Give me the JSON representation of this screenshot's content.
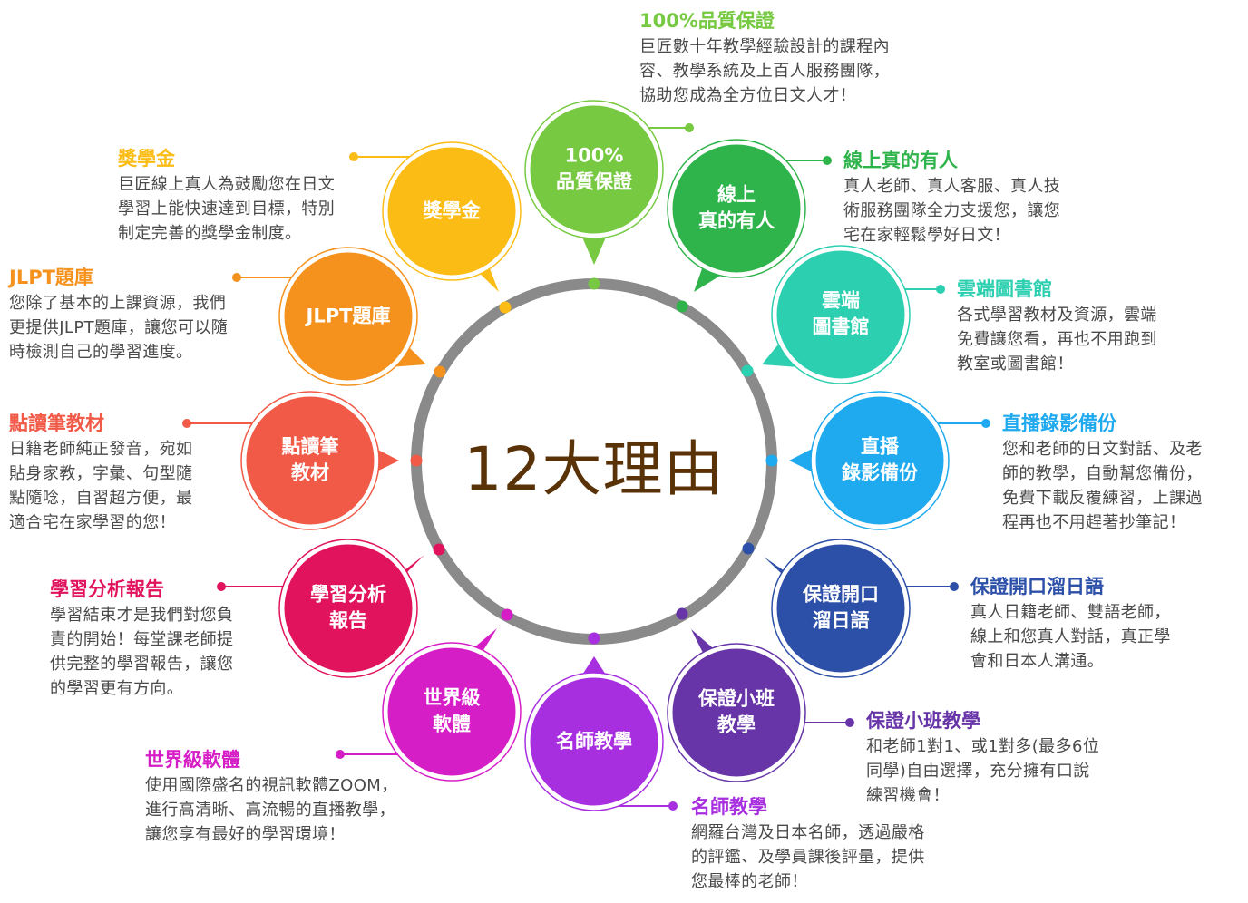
{
  "center_title": "12大理由",
  "colors": {
    "ring": "#8a8a8a",
    "center_text": "#5a3208",
    "description_text": "#4a4a4a"
  },
  "reasons": [
    {
      "id": "quality",
      "bubble": "100%\n品質保證",
      "title": "100%品質保證",
      "desc": "巨匠數十年教學經驗設計的課程內\n容、教學系統及上百人服務團隊，\n協助您成為全方位日文人才！",
      "color": "#76c941"
    },
    {
      "id": "live-human",
      "bubble": "線上\n真的有人",
      "title": "線上真的有人",
      "desc": "真人老師、真人客服、真人技\n術服務團隊全力支援您，讓您\n宅在家輕鬆學好日文！",
      "color": "#2fb44c"
    },
    {
      "id": "cloud-library",
      "bubble": "雲端\n圖書館",
      "title": "雲端圖書館",
      "desc": "各式學習教材及資源，雲端\n免費讓您看，再也不用跑到\n教室或圖書館！",
      "color": "#2ccfb0"
    },
    {
      "id": "recording-backup",
      "bubble": "直播\n錄影備份",
      "title": "直播錄影備份",
      "desc": "您和老師的日文對話、及老\n師的教學，自動幫您備份，\n免費下載反覆練習，上課過\n程再也不用趕著抄筆記！",
      "color": "#1fa9ee"
    },
    {
      "id": "speak-japanese",
      "bubble": "保證開口\n溜日語",
      "title": "保證開口溜日語",
      "desc": "真人日籍老師、雙語老師，\n線上和您真人對話，真正學\n會和日本人溝通。",
      "color": "#2c4fa8"
    },
    {
      "id": "small-class",
      "bubble": "保證小班\n教學",
      "title": "保證小班教學",
      "desc": "和老師1對1、或1對多(最多6位\n同學)自由選擇，充分擁有口說\n練習機會！",
      "color": "#6735a8"
    },
    {
      "id": "famous-teachers",
      "bubble": "名師教學",
      "title": "名師教學",
      "desc": "網羅台灣及日本名師，透過嚴格\n的評鑑、及學員課後評量，提供\n您最棒的老師！",
      "color": "#a72fe0"
    },
    {
      "id": "world-software",
      "bubble": "世界級\n軟體",
      "title": "世界級軟體",
      "desc": "使用國際盛名的視訊軟體ZOOM，\n進行高清晰、高流暢的直播教學，\n讓您享有最好的學習環境！",
      "color": "#d61ec6"
    },
    {
      "id": "learning-report",
      "bubble": "學習分析\n報告",
      "title": "學習分析報告",
      "desc": "學習結束才是我們對您負\n責的開始！每堂課老師提\n供完整的學習報告，讓您\n的學習更有方向。",
      "color": "#e0135c"
    },
    {
      "id": "reading-pen",
      "bubble": "點讀筆\n教材",
      "title": "點讀筆教材",
      "desc": "日籍老師純正發音，宛如\n貼身家教，字彙、句型隨\n點隨唸，自習超方便，最\n適合宅在家學習的您！",
      "color": "#f05a47"
    },
    {
      "id": "jlpt-bank",
      "bubble": "JLPT題庫",
      "title": "JLPT題庫",
      "desc": "您除了基本的上課資源，我們\n更提供JLPT題庫，讓您可以隨\n時檢測自己的學習進度。",
      "color": "#f5921e"
    },
    {
      "id": "scholarship",
      "bubble": "獎學金",
      "title": "獎學金",
      "desc": "巨匠線上真人為鼓勵您在日文\n學習上能快速達到目標，特別\n制定完善的獎學金制度。",
      "color": "#fbbc15"
    }
  ]
}
